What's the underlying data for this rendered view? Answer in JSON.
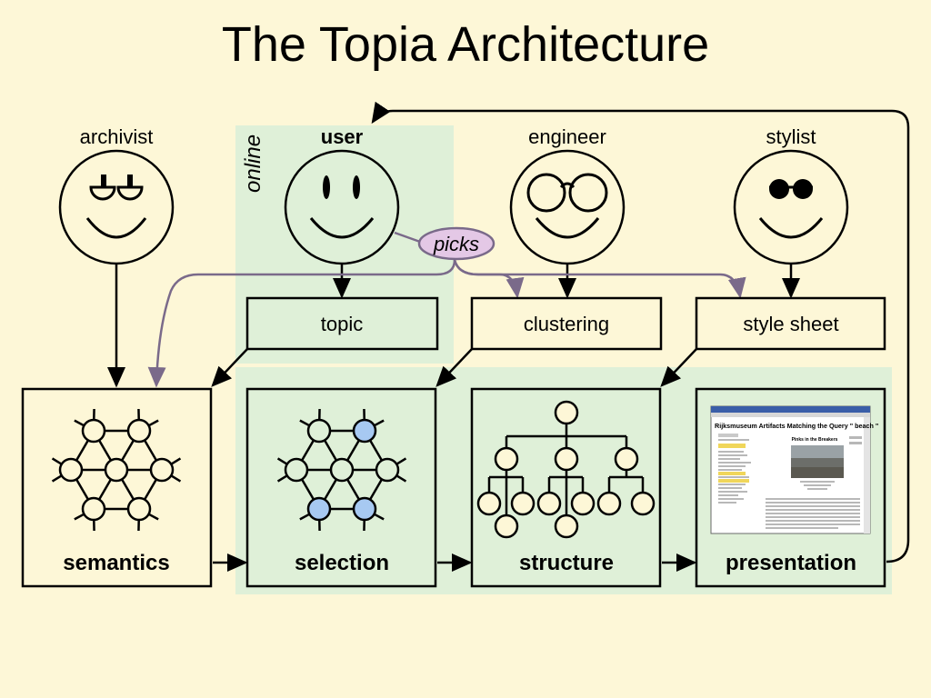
{
  "title": "The Topia Architecture",
  "zone_label": "online",
  "roles": {
    "archivist": "archivist",
    "user": "user",
    "engineer": "engineer",
    "stylist": "stylist"
  },
  "picks_label": "picks",
  "mid_boxes": {
    "topic": "topic",
    "clustering": "clustering",
    "style_sheet": "style sheet"
  },
  "stages": {
    "semantics": "semantics",
    "selection": "selection",
    "structure": "structure",
    "presentation": "presentation"
  },
  "thumbnail": {
    "heading": "Rijksmuseum Artifacts Matching the Query \" beach \"",
    "subheading": "Pinks in the Breakers"
  },
  "colors": {
    "background": "#fdf7d7",
    "online_zone": "#dff0d8",
    "selected_node": "#a7c9f2",
    "picks_bubble": "#e4c8e6",
    "picks_text": "#6b3d8a",
    "picks_arrow": "#7a6a8a"
  },
  "icons": [
    "archivist-face-icon",
    "user-face-icon",
    "engineer-face-icon",
    "stylist-face-icon",
    "graph-icon",
    "selection-graph-icon",
    "tree-icon",
    "web-page-thumbnail"
  ]
}
